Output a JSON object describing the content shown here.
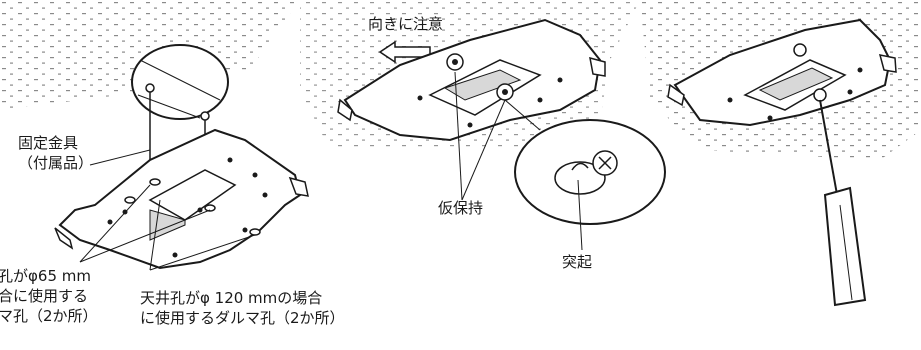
{
  "panel2": {
    "direction_label": "向きに注意",
    "temp_hold_label": "仮保持",
    "protrusion_label": "突起"
  },
  "panel1": {
    "bracket_label": [
      "固定金具",
      "（付属品）"
    ],
    "hole65_label": [
      "孔がφ65 mm",
      "合に使用する",
      "マ孔（2か所）"
    ],
    "hole120_label": [
      "天井孔がφ 120 mmの場合",
      "に使用するダルマ孔（2か所）"
    ]
  },
  "colors": {
    "line": "#1a1a1a",
    "ceiling_dots": "#7a7a7a",
    "fill_light": "#ffffff",
    "fill_shade": "#d8d8d8"
  }
}
